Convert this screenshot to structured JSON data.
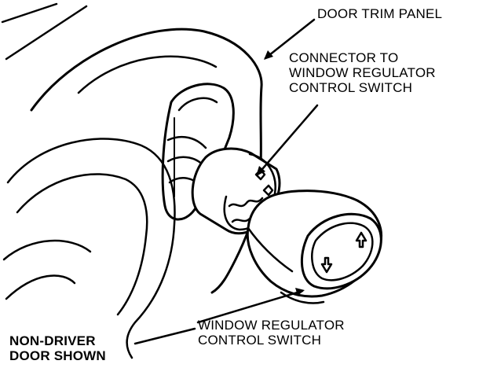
{
  "labels": {
    "door_trim_panel": "DOOR TRIM PANEL",
    "connector": {
      "line1": "CONNECTOR TO",
      "line2": "WINDOW REGULATOR",
      "line3": "CONTROL SWITCH"
    },
    "switch": {
      "line1": "WINDOW REGULATOR",
      "line2": "CONTROL SWITCH"
    },
    "note": {
      "line1": "NON-DRIVER",
      "line2": "DOOR SHOWN"
    }
  },
  "colors": {
    "ink": "#000000",
    "paper": "#ffffff"
  }
}
